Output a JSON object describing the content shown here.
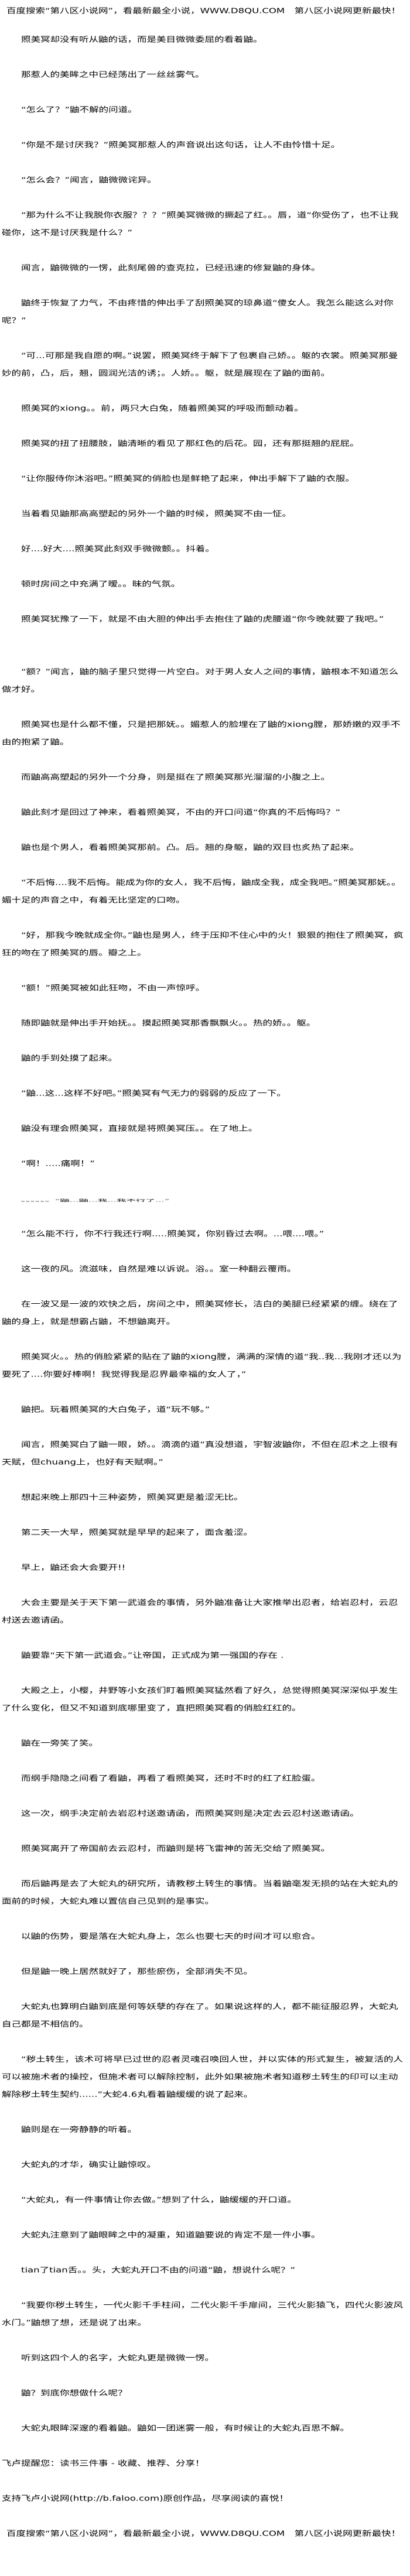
{
  "banner": "百度搜索“第八区小说网”，看最新最全小说，WWW.D8QU.COM　第八区小说网更新最快！",
  "paragraphs": [
    "照美冥却没有听从鼬的话，而是美目微微委屈的看着鼬。",
    "那惹人的美眸之中已经荡出了一丝丝雾气。",
    "“怎么了？”鼬不解的问道。",
    "“你是不是讨厌我？”照美冥那惹人的声音说出这句话，让人不由怜惜十足。",
    "“怎么会？”闻言，鼬微微诧异。",
    "“那为什么不让我脱你衣服？？？”照美冥微微的撅起了红。。唇，道“你受伤了，也不让我碰你，这不是讨厌我是什么？”",
    "闻言，鼬微微的一愣，此刻尾兽的查克拉，已经迅速的修复鼬的身体。",
    "鼬终于恢复了力气，不由疼惜的伸出手了刮照美冥的琼鼻道“傻女人。我怎么能这么对你呢？”",
    "“可...可那是我自愿的啊。”说罢，照美冥终于解下了包裹自己娇。。躯的衣裳。照美冥那曼妙的前，凸，后，翘，圆润光洁的诱；。人娇。。躯，就是展现在了鼬的面前。",
    "照美冥的xiong。。前，两只大白兔，随着照美冥的呼吸而颤动着。",
    "照美冥的扭了扭腰肢，鼬清晰的看见了那红色的后花。园，还有那挺翘的屁屁。",
    "“让你服侍你沐浴吧。”照美冥的俏脸也是鲜艳了起来，伸出手解下了鼬的衣服。",
    "当着看见鼬那高高塑起的另外一个鼬的时候，照美冥不由一怔。",
    "好....好大....照美冥此刻双手微微颤。。抖着。",
    "顿时房间之中充满了暧。。昧的气氛。",
    "照美冥犹豫了一下，就是不由大胆的伸出手去抱住了鼬的虎腰道“你今晚就要了我吧。”",
    "“额？”闻言，鼬的脑子里只觉得一片空白。对于男人女人之间的事情，鼬根本不知道怎么做才好。",
    "照美冥也是什么都不懂，只是把那妩。。媚惹人的脸埋在了鼬的xiong膛，那娇嫩的双手不由的抱紧了鼬。",
    "而鼬高高塑起的另外一个分身，则是挺在了照美冥那光溜溜的小腹之上。",
    "鼬此刻才是回过了神来，看着照美冥，不由的开口问道“你真的不后悔吗？”",
    "鼬也是个男人，看着照美冥那前。凸。后。翘的身躯，鼬的双目也炙热了起来。",
    "“不后悔....我不后悔。能成为你的女人，我不后悔，鼬成全我，成全我吧。”照美冥那妩。。媚十足的声音之中，有着无比坚定的口吻。",
    "“好，那我今晚就成全你。”鼬也是男人，终于压抑不住心中的火！狠狠的抱住了照美冥，疯狂的吻在了照美冥的唇。瓣之上。",
    "“额！”照美冥被如此狂吻，不由一声惊呼。",
    "随即鼬就是伸出手开始抚。。摸起照美冥那香飘飘火。。热的娇。。躯。",
    "鼬的手到处摸了起来。",
    "“鼬...这...这样不好吧。”照美冥有气无力的弱弱的反应了一下。",
    "鼬没有理会照美冥，直接就是将照美冥压。。在了地上。",
    "“啊！.....痛啊！”",
    "。。。。。。“鼬...鼬...我...我不行了...”",
    "“怎么能不行，你不行我还行啊.....照美冥，你别昏过去啊。...喂....喂。”",
    "这一夜的风。流滋味，自然是难以诉说。浴。。室一种翻云覆雨。",
    "在一波又是一波的欢快之后，房间之中，照美冥修长，洁白的美腿已经紧紧的缠。绕在了鼬的身上，就是想霸占鼬，不想鼬离开。",
    "照美冥火。。热的俏脸紧紧的贴在了鼬的xiong膛，满满的深情的道“我..我...我刚才还以为要死了....你要好棒啊！我觉得我是忍界最幸福的女人了，”",
    "鼬把。玩着照美冥的大白兔子，道“玩不够。”",
    "闻言，照美冥白了鼬一眼，娇。。滴滴的道”真没想道，宇智波鼬你，不但在忍术之上很有天赋，但chuang上，也好有天赋啊。”",
    "想起来晚上那四十三种姿势，照美冥更是羞涩无比。",
    "第二天一大早，照美冥就是早早的起来了，面含羞涩。",
    "早上，鼬还会大会要开!!",
    "大会主要是关于天下第一武道会的事情，另外鼬准备让大家推举出忍者，给岩忍村，云忍村送去邀请函。",
    "鼬要靠“天下第一武道会。”让帝国，正式成为第一强国的存在 .",
    "大殿之上，小樱，井野等小女孩们盯着照美冥猛然看了好久，总觉得照美冥深深似乎发生了什么变化，但又不知道到底哪里变了，直把照美冥看的俏脸红红的。",
    "鼬在一旁笑了笑。",
    "而纲手隐隐之间看了看鼬，再看了看照美冥，还时不时的红了红脸蛋。",
    "这一次，纲手决定前去岩忍村送邀请函，而照美冥则是决定去云忍村送邀请函。",
    "照美冥离开了帝国前去云忍村，而鼬则是将飞雷神的苦无交给了照美冥。",
    "而后鼬再是去了大蛇丸的研究所，请教秽土转生的事情。当着鼬毫发无损的站在大蛇丸的面前的时候，大蛇丸难以置信自己见到的是事实。",
    "以鼬的伤势，要是落在大蛇丸身上，怎么也要七天的时间才可以愈合。",
    "但是鼬一晚上居然就好了，那些瘀伤，全部消失不见。",
    "大蛇丸也算明白鼬到底是何等妖孽的存在了。如果说这样的人，都不能征服忍界，大蛇丸自己都是不相信的。",
    "“秽土转生，该术可将早已过世的忍者灵魂召唤回人世，并以实体的形式复生，被复活的人可以被施术者的操控，但施术者可以解除控制，此外如果被施术者知道秽土转生的印可以主动解除秽土转生契约......”大蛇4.6丸看着鼬缓缓的说了起来。",
    "鼬则是在一旁静静的听着。",
    "大蛇丸的才华，确实让鼬惊叹。",
    "“大蛇丸，有一件事情让你去做。”想到了什么，鼬缓缓的开口道。",
    "大蛇丸注意到了鼬眼眸之中的凝重，知道鼬要说的肯定不是一件小事。",
    "tian了tian舌。。头，大蛇丸开口不由的问道“鼬，想说什么呢？”",
    "“我要你秽土转生，一代火影千手柱间，二代火影千手扉间，三代火影猿飞，四代火影波风水门。”鼬想了想，还是说了出来。",
    "听到这四个人的名字，大蛇丸更是微微一愣。",
    "鼬？到底你想做什么呢？",
    "大蛇丸眼眸深邃的看着鼬。鼬如一团迷雾一般，有时候让的大蛇丸百思不解。"
  ],
  "footer": {
    "reminder": "飞卢提醒您：读书三件事 - 收藏、推荐、分享！",
    "support": "支持飞卢小说网(http://b.faloo.com)原创作品，尽享阅读的喜悦！",
    "banner": "百度搜索“第八区小说网”，看最新最全小说，WWW.D8QU.COM　第八区小说网更新最快！"
  }
}
